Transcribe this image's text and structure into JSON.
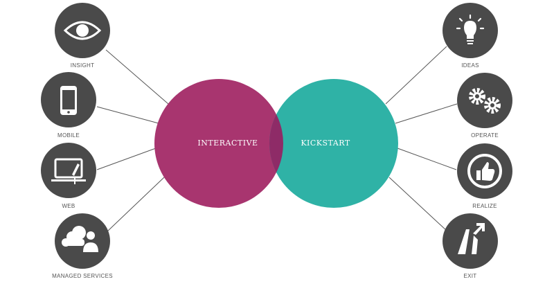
{
  "colors": {
    "interactive": "#A8356F",
    "kickstart": "#2FB2A6",
    "overlap": "#8E2B67",
    "node": "#4A4A4A",
    "line": "#555555"
  },
  "venn": {
    "left_label": "INTERACTIVE",
    "right_label": "KICKSTART"
  },
  "left_nodes": [
    {
      "label": "INSIGHT",
      "icon": "eye-icon"
    },
    {
      "label": "MOBILE",
      "icon": "smartphone-icon"
    },
    {
      "label": "WEB",
      "icon": "monitor-icon"
    },
    {
      "label": "MANAGED SERVICES",
      "icon": "cloud-users-icon"
    }
  ],
  "right_nodes": [
    {
      "label": "IDEAS",
      "icon": "lightbulb-icon"
    },
    {
      "label": "OPERATE",
      "icon": "gears-icon"
    },
    {
      "label": "REALIZE",
      "icon": "thumbs-up-icon"
    },
    {
      "label": "EXIT",
      "icon": "exit-road-icon"
    }
  ]
}
